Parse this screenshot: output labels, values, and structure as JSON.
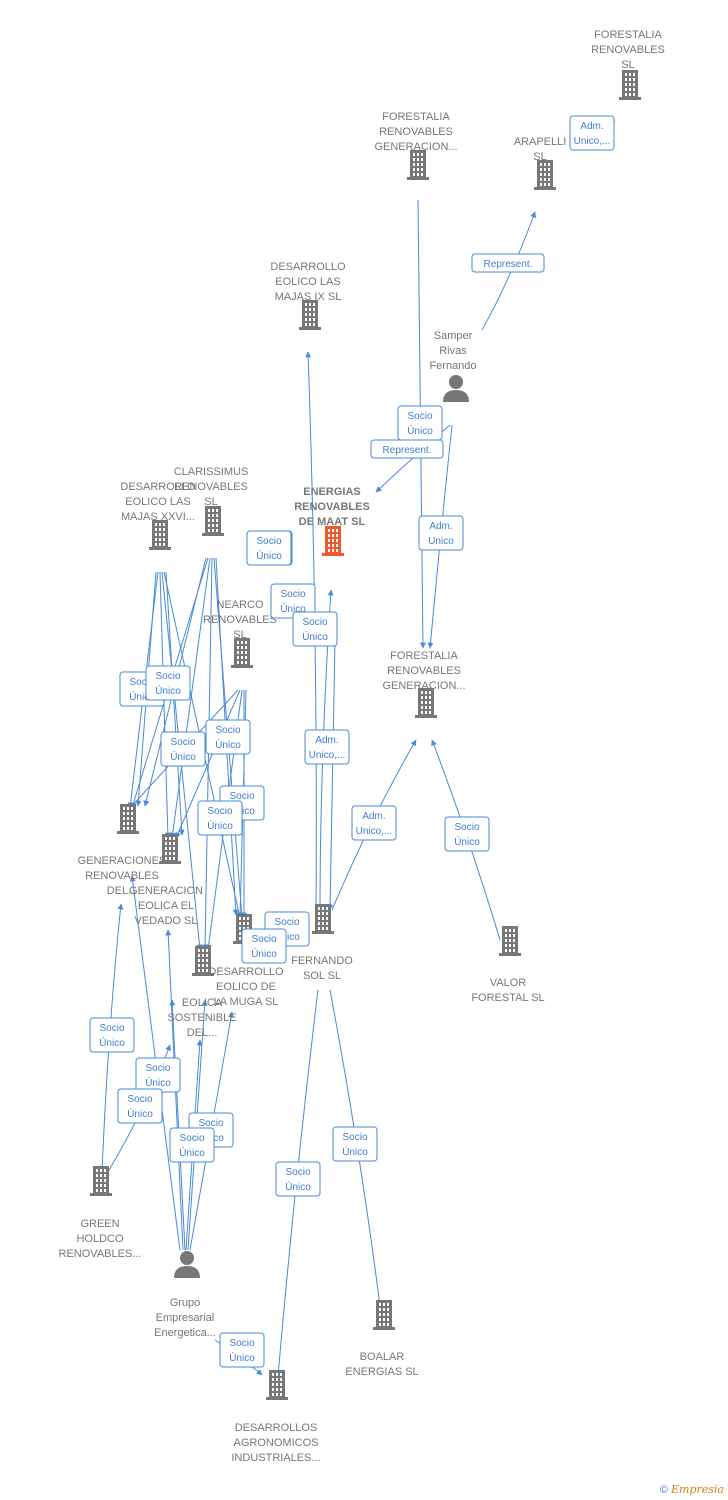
{
  "colors": {
    "company": "#777777",
    "focus": "#ee5a2c",
    "person": "#777777",
    "edge": "#4a8bd6"
  },
  "icons": {
    "company": "building-icon",
    "person": "person-icon"
  },
  "nodes": [
    {
      "id": "forestalia_sl",
      "type": "company",
      "lines": [
        "FORESTALIA",
        "RENOVABLES",
        "SL"
      ]
    },
    {
      "id": "forestalia_gen1",
      "type": "company",
      "lines": [
        "FORESTALIA",
        "RENOVABLES",
        "GENERACION..."
      ]
    },
    {
      "id": "arapelli",
      "type": "company",
      "lines": [
        "ARAPELLI",
        "SL"
      ]
    },
    {
      "id": "desarrollo_ix",
      "type": "company",
      "lines": [
        "DESARROLLO",
        "EOLICO LAS",
        "MAJAS IX  SL"
      ]
    },
    {
      "id": "samper",
      "type": "person",
      "lines": [
        "Samper",
        "Rivas",
        "Fernando"
      ]
    },
    {
      "id": "energias_maat",
      "type": "focus",
      "lines": [
        "ENERGIAS",
        "RENOVABLES",
        "DE MAAT  SL"
      ]
    },
    {
      "id": "clarissimus",
      "type": "company",
      "lines": [
        "CLARISSIMUS",
        "RENOVABLES",
        "SL"
      ]
    },
    {
      "id": "desarrollo_xxvi",
      "type": "company",
      "lines": [
        "DESARROLLO",
        "EOLICO LAS",
        "MAJAS XXVI..."
      ]
    },
    {
      "id": "nearco",
      "type": "company",
      "lines": [
        "NEARCO",
        "RENOVABLES",
        "SL"
      ]
    },
    {
      "id": "forestalia_gen2",
      "type": "company",
      "lines": [
        "FORESTALIA",
        "RENOVABLES",
        "GENERACION..."
      ]
    },
    {
      "id": "generaciones",
      "type": "company",
      "lines": [
        "GENERACIONES",
        "RENOVABLES",
        "DEL..."
      ]
    },
    {
      "id": "generacion_vedado",
      "type": "company",
      "lines": [
        "GENERACION",
        "EOLICA EL",
        "VEDADO SL"
      ]
    },
    {
      "id": "fernando_sol",
      "type": "company",
      "lines": [
        "FERNANDO",
        "SOL SL"
      ]
    },
    {
      "id": "valor_forestal",
      "type": "company",
      "lines": [
        "VALOR",
        "FORESTAL SL"
      ]
    },
    {
      "id": "desarrollo_muga",
      "type": "company",
      "lines": [
        "DESARROLLO",
        "EOLICO DE",
        "LA MUGA SL"
      ]
    },
    {
      "id": "eolica_sostenible",
      "type": "company",
      "lines": [
        "EOLICA",
        "SOSTENIBLE",
        "DEL..."
      ]
    },
    {
      "id": "green_holdco",
      "type": "company",
      "lines": [
        "GREEN",
        "HOLDCO",
        "RENOVABLES..."
      ]
    },
    {
      "id": "grupo_empresarial",
      "type": "person",
      "lines": [
        "Grupo",
        "Empresarial",
        "Energetica..."
      ]
    },
    {
      "id": "boalar",
      "type": "company",
      "lines": [
        "BOALAR",
        "ENERGIAS  SL"
      ]
    },
    {
      "id": "desarrollos_agro",
      "type": "company",
      "lines": [
        "DESARROLLOS",
        "AGRONOMICOS",
        "INDUSTRIALES..."
      ]
    }
  ],
  "edges": [
    {
      "from": "forestalia_sl",
      "to": "arapelli",
      "label": [
        "Adm.",
        "Unico,..."
      ]
    },
    {
      "from": "samper",
      "to": "arapelli",
      "label": [
        "Represent."
      ]
    },
    {
      "from": "samper",
      "to": "energias_maat",
      "label": [
        "Represent."
      ]
    },
    {
      "from": "forestalia_gen1",
      "to": "forestalia_gen2",
      "label": [
        "Socio",
        "Único"
      ]
    },
    {
      "from": "samper",
      "to": "forestalia_gen2",
      "label": [
        "Adm.",
        "Unico"
      ]
    },
    {
      "from": "fernando_sol",
      "to": "desarrollo_ix",
      "label": [
        "Socio",
        "Único"
      ]
    },
    {
      "from": "fernando_sol",
      "to": "energias_maat",
      "label": [
        "Adm.",
        "Unico,..."
      ]
    },
    {
      "from": "fernando_sol",
      "to": "forestalia_gen2",
      "label": [
        "Adm.",
        "Unico,..."
      ]
    },
    {
      "from": "valor_forestal",
      "to": "forestalia_gen2",
      "label": [
        "Socio",
        "Único"
      ]
    },
    {
      "from": "fernando_sol",
      "to": "desarrollos_agro",
      "label": [
        "Socio",
        "Único"
      ]
    },
    {
      "from": "fernando_sol",
      "to": "boalar",
      "label": [
        "Socio",
        "Único"
      ]
    },
    {
      "from": "green_holdco",
      "to": "generaciones",
      "label": [
        "Socio",
        "Único"
      ]
    },
    {
      "from": "grupo_empresarial",
      "to": "desarrollos_agro",
      "label": [
        "Socio",
        "Único"
      ]
    },
    {
      "from": "green_holdco",
      "to": "generacion_vedado",
      "label": [
        "Socio",
        "Único"
      ]
    }
  ],
  "extra_labels": [
    [
      "Socio",
      "Único"
    ],
    [
      "Socio",
      "Único"
    ],
    [
      "Socio",
      "Único"
    ],
    [
      "Socio",
      "Único"
    ],
    [
      "Socio",
      "Único"
    ],
    [
      "Socio",
      "Único"
    ],
    [
      "Socio",
      "Único"
    ],
    [
      "Socio",
      "Único"
    ],
    [
      "Socio",
      "Único"
    ],
    [
      "Socio",
      "Único"
    ],
    [
      "Socio",
      "Único"
    ],
    [
      "Socio",
      "Único"
    ],
    [
      "Socio",
      "Único"
    ],
    [
      "Socio",
      "Único"
    ],
    [
      "Socio",
      "Único"
    ],
    [
      "Socio",
      "Único"
    ]
  ],
  "footer": {
    "copyright": "©",
    "brand": "Empresia"
  }
}
